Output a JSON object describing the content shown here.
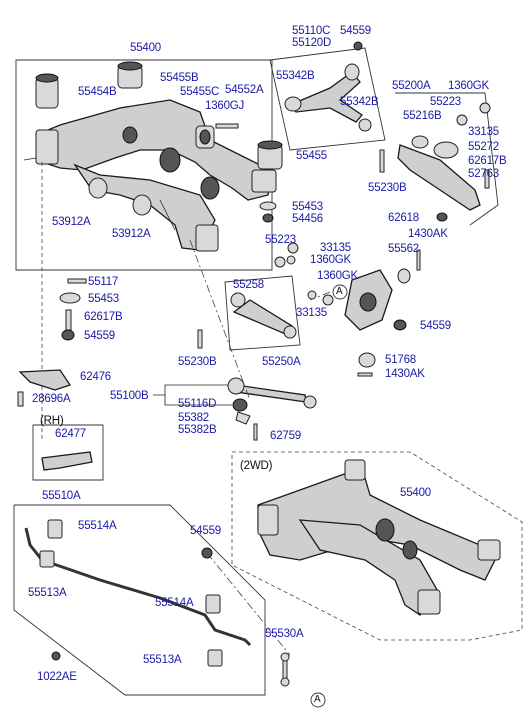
{
  "labels": {
    "p55400": "55400",
    "p55455B": "55455B",
    "p55454B": "55454B",
    "p55455C": "55455C",
    "p54552A": "54552A",
    "p1360GJ": "1360GJ",
    "p55455": "55455",
    "p53912A_a": "53912A",
    "p53912A_b": "53912A",
    "p55453_a": "55453",
    "p54456": "54456",
    "p55117": "55117",
    "p55453_b": "55453",
    "p62617B_a": "62617B",
    "p54559_a": "54559",
    "p62476": "62476",
    "p28696A": "28696A",
    "rh": "(RH)",
    "p62477": "62477",
    "p55110C": "55110C",
    "p55120D": "55120D",
    "p54559_top": "54559",
    "p55342B_a": "55342B",
    "p55342B_b": "55342B",
    "p55200A": "55200A",
    "p1360GK_a": "1360GK",
    "p55223_a": "55223",
    "p55216B": "55216B",
    "p33135_a": "33135",
    "p55272": "55272",
    "p62617B_b": "62617B",
    "p52763": "52763",
    "p55230B_a": "55230B",
    "p62618": "62618",
    "p1430AK_a": "1430AK",
    "p55223_b": "55223",
    "p33135_b": "33135",
    "p1360GK_b": "1360GK",
    "p55562": "55562",
    "p1360GK_c": "1360GK",
    "circleA_a": "A",
    "p55258": "55258",
    "p33135_c": "33135",
    "p54559_b": "54559",
    "p55230B_b": "55230B",
    "p55250A": "55250A",
    "p51768": "51768",
    "p1430AK_b": "1430AK",
    "p55100B": "55100B",
    "p55116D": "55116D",
    "p55382": "55382",
    "p55382B": "55382B",
    "p62759": "62759",
    "twoWD": "(2WD)",
    "p55400_b": "55400",
    "p55510A": "55510A",
    "p55514A_a": "55514A",
    "p54559_c": "54559",
    "p55513A_a": "55513A",
    "p55514A_b": "55514A",
    "p55530A": "55530A",
    "p55513A_b": "55513A",
    "p1022AE": "1022AE",
    "circleA_b": "A"
  }
}
